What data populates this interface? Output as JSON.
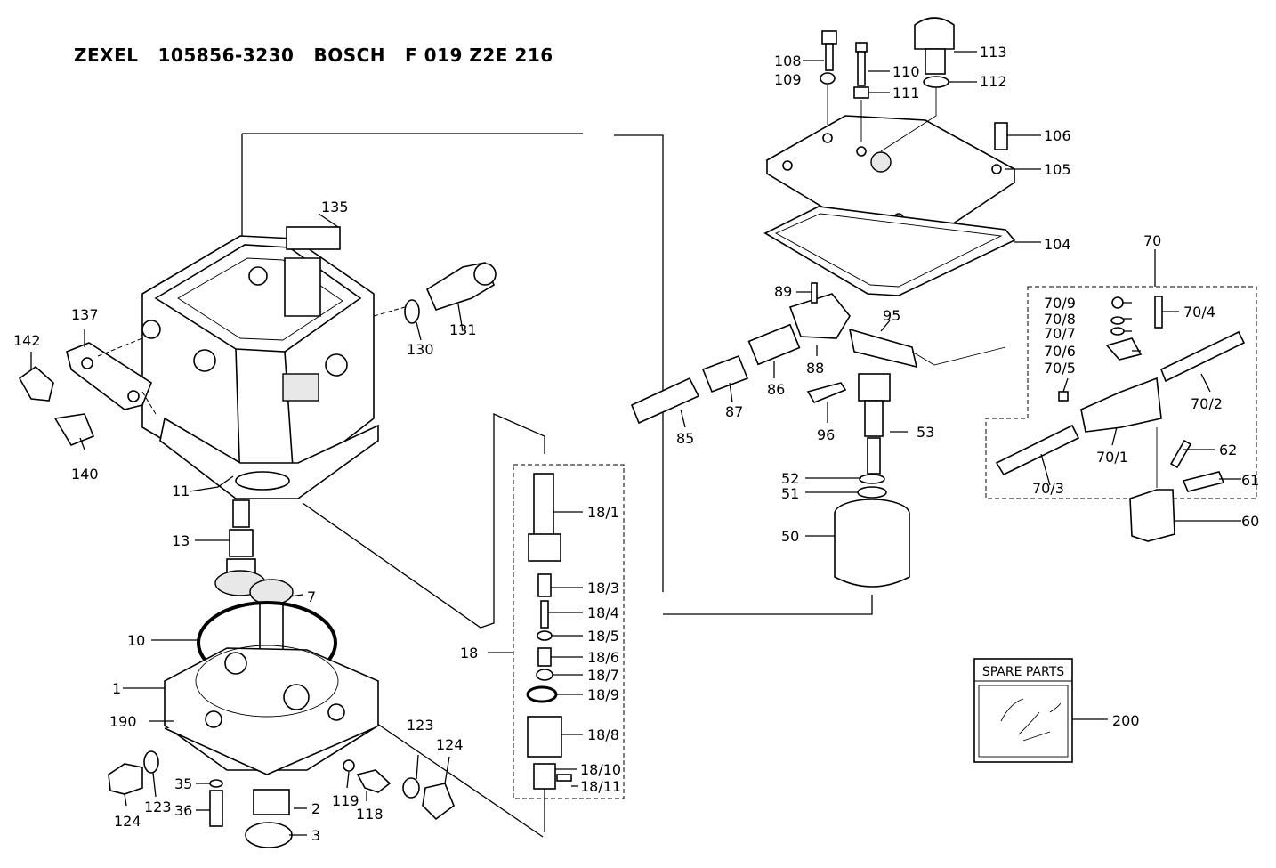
{
  "header": {
    "brand1": "ZEXEL",
    "code1": "105856-3230",
    "brand2": "BOSCH",
    "code2": "F 019 Z2E 216"
  },
  "labels": {
    "l135": "135",
    "l137": "137",
    "l142": "142",
    "l140": "140",
    "l130": "130",
    "l131": "131",
    "l11": "11",
    "l13": "13",
    "l7": "7",
    "l10": "10",
    "l1": "1",
    "l190": "190",
    "l124a": "124",
    "l123a": "123",
    "l35": "35",
    "l36": "36",
    "l2": "2",
    "l3": "3",
    "l119": "119",
    "l118": "118",
    "l123b": "123",
    "l124b": "124",
    "l18": "18",
    "l18_1": "18/1",
    "l18_3": "18/3",
    "l18_4": "18/4",
    "l18_5": "18/5",
    "l18_6": "18/6",
    "l18_7": "18/7",
    "l18_9": "18/9",
    "l18_8": "18/8",
    "l18_10": "18/10",
    "l18_11": "18/11",
    "l108": "108",
    "l109": "109",
    "l110": "110",
    "l111": "111",
    "l113": "113",
    "l112": "112",
    "l106": "106",
    "l105": "105",
    "l104": "104",
    "l89": "89",
    "l95": "95",
    "l88": "88",
    "l86": "86",
    "l87": "87",
    "l85": "85",
    "l96": "96",
    "l53": "53",
    "l52": "52",
    "l51": "51",
    "l50": "50",
    "l70": "70",
    "l70_9": "70/9",
    "l70_8": "70/8",
    "l70_7": "70/7",
    "l70_6": "70/6",
    "l70_5": "70/5",
    "l70_4": "70/4",
    "l70_2": "70/2",
    "l70_1": "70/1",
    "l70_3": "70/3",
    "l62": "62",
    "l61": "61",
    "l60": "60",
    "l200": "200"
  },
  "spare_parts": {
    "title": "SPARE PARTS"
  }
}
